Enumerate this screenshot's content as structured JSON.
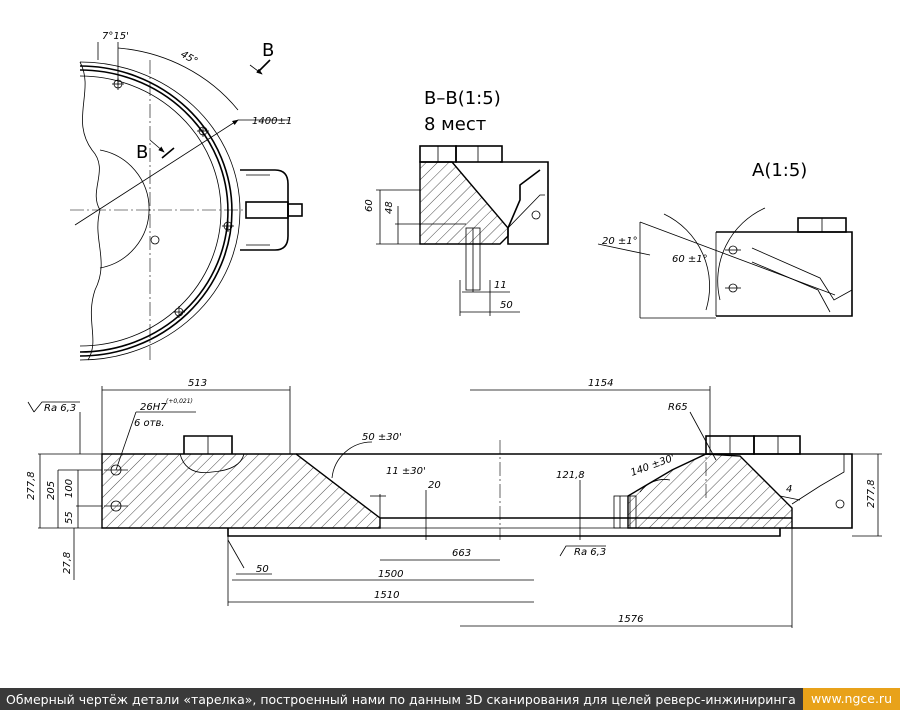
{
  "views": {
    "section_title": "В–В(1:5)",
    "section_subtitle": "8 мест",
    "detail_title": "А(1:5)",
    "section_marker": "В"
  },
  "dimensions": {
    "angle_7_15": "7°15'",
    "angle_45": "45°",
    "diameter_1400": "1400±1",
    "sec_60": "60",
    "sec_48": "48",
    "sec_11": "11",
    "sec_50": "50",
    "det_20": "20 ±1°",
    "det_60": "60 ±1°",
    "d_513": "513",
    "d_1154": "1154",
    "ra_left": "Ra 6,3",
    "hole_fit": "26H7",
    "hole_tol": "(+0,021)",
    "hole_count": "6 отв.",
    "d_277_left": "277,8",
    "d_205": "205",
    "d_100": "100",
    "d_55": "55",
    "d_27": "27,8",
    "angle_50": "50 ±30'",
    "angle_11": "11 ±30'",
    "d_20": "20",
    "d_1218": "121,8",
    "angle_140": "140 ±30'",
    "r65": "R65",
    "d_4": "4",
    "d_277_right": "277,8",
    "d_663": "663",
    "ra_bottom": "Ra 6,3",
    "d_50b": "50",
    "d_1500": "1500",
    "d_1510": "1510",
    "d_1576": "1576"
  },
  "caption": {
    "text": "Обмерный чертёж детали «тарелка», построенный нами по данным 3D сканирования для целей реверс-инжиниринга",
    "site": "www.ngce.ru"
  }
}
